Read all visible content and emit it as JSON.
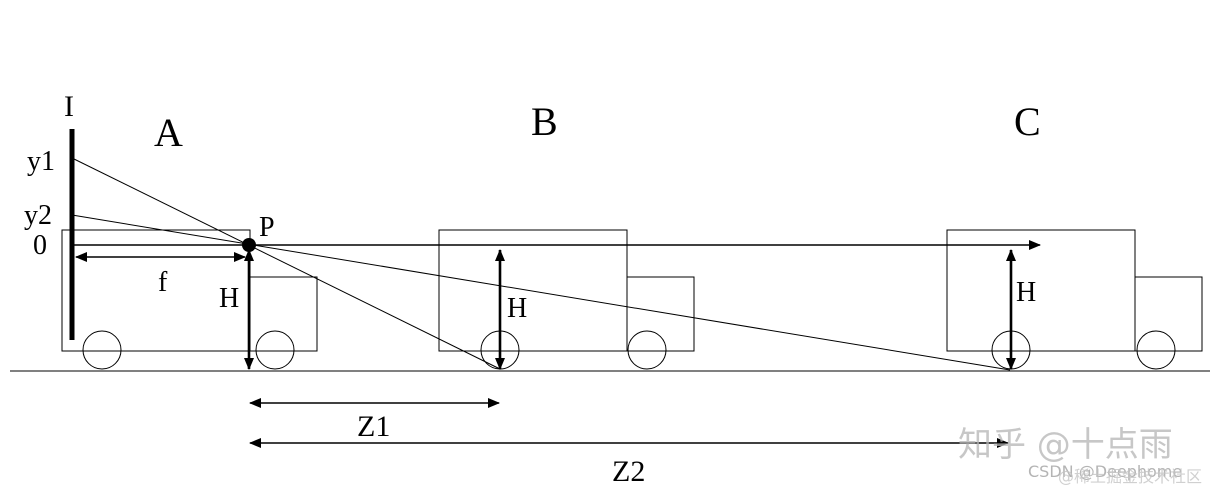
{
  "labels": {
    "image_plane": "I",
    "car_a": "A",
    "car_b": "B",
    "car_c": "C",
    "y1": "y1",
    "y2": "y2",
    "zero": "0",
    "focal": "f",
    "point": "P",
    "height_a": "H",
    "height_b": "H",
    "height_c": "H",
    "z1": "Z1",
    "z2": "Z2"
  },
  "watermark": {
    "zhihu": "知乎 @十点雨",
    "csdn": "CSDN @Deephome",
    "overlay": "@稀土掘金技术社区"
  },
  "colors": {
    "ink": "#000000",
    "watermark": "#b4b4b4"
  }
}
